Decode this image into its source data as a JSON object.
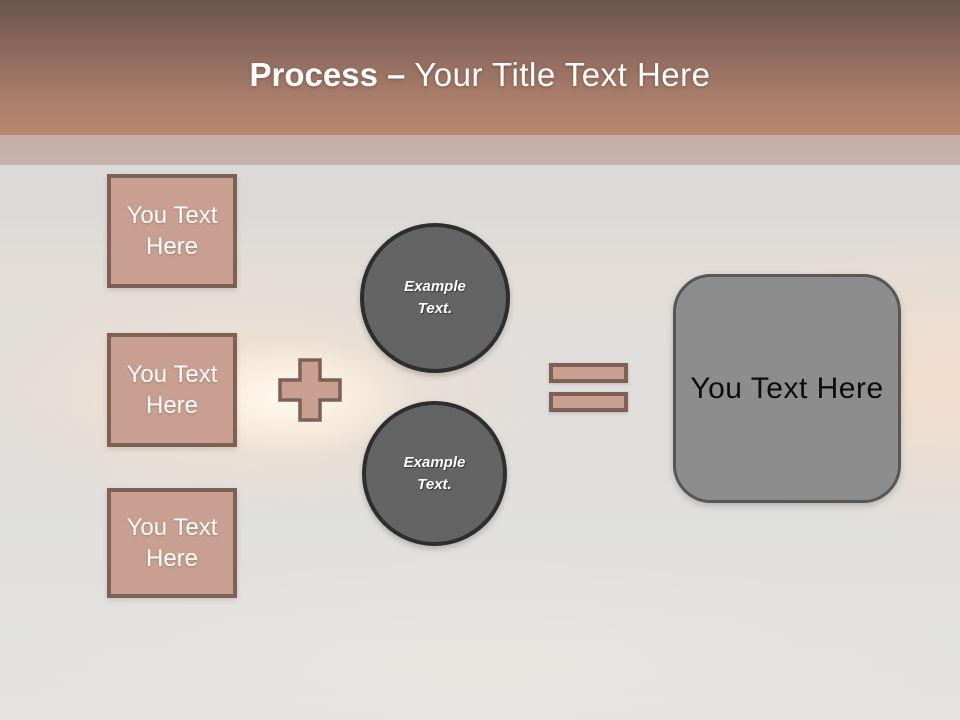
{
  "header": {
    "title_bold": "Process",
    "title_dash": "–",
    "title_rest": "Your Title Text Here"
  },
  "inputs": [
    {
      "label": "You Text Here"
    },
    {
      "label": "You Text Here"
    },
    {
      "label": "You Text Here"
    }
  ],
  "operators": {
    "plus_icon": "plus-shape",
    "equals_icon": "equals-shape"
  },
  "circles": [
    {
      "label": "Example Text."
    },
    {
      "label": "Example Text."
    }
  ],
  "result": {
    "label": "You Text Here"
  },
  "colors": {
    "header_gradient_top": "#6b564d",
    "header_gradient_bottom": "#b9876f",
    "header_strip": "#c6b1aa",
    "background_base": "#dfdedc",
    "accent_fill": "#c89f90",
    "accent_border": "#7e6055",
    "circle_fill": "#646464",
    "circle_border": "#2e2e2e",
    "result_fill": "#8d8d8d",
    "result_border": "#565656",
    "title_text": "#ffffff",
    "box_text": "#ffffff",
    "result_text": "#0d0d0d"
  }
}
